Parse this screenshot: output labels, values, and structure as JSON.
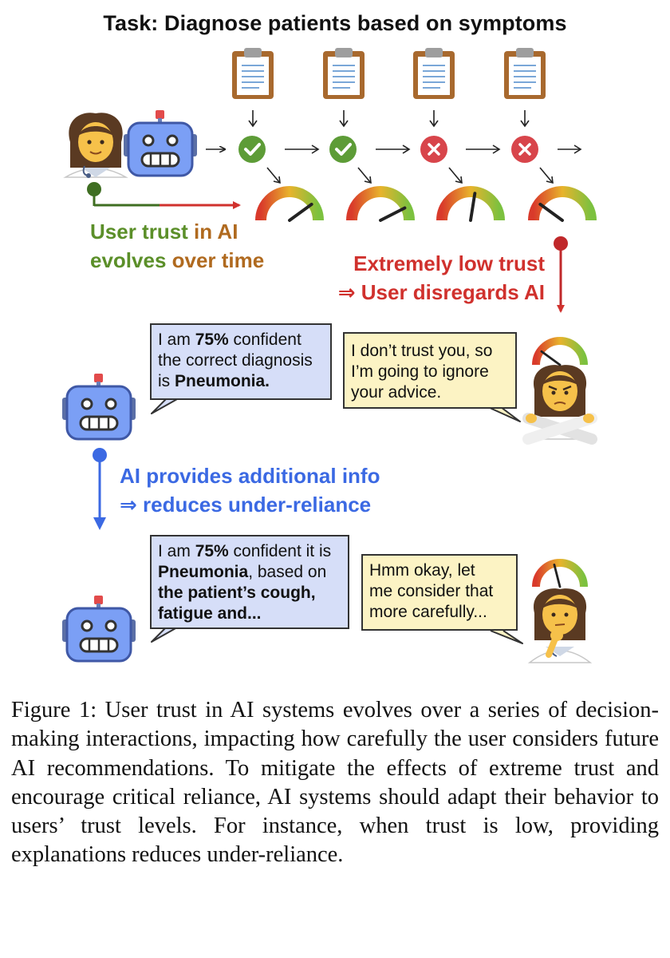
{
  "title": "Task: Diagnose patients based on symptoms",
  "colors": {
    "green": "#5b8f29",
    "red": "#d0312d",
    "blue": "#3b69e3",
    "ai_bubble": "#d6def8",
    "user_bubble": "#fcf3c4",
    "robot_body": "#7b9ff5"
  },
  "timeline": {
    "steps": [
      {
        "outcome": "correct",
        "icon": "check-icon",
        "trust_level": 0.8
      },
      {
        "outcome": "correct",
        "icon": "check-icon",
        "trust_level": 0.85
      },
      {
        "outcome": "incorrect",
        "icon": "cross-icon",
        "trust_level": 0.55
      },
      {
        "outcome": "incorrect",
        "icon": "cross-icon",
        "trust_level": 0.2
      }
    ],
    "continuation": "→ ···"
  },
  "trust_label": {
    "line1_a": "User trust",
    "line1_b": " in AI",
    "line2_a": "evolves",
    "line2_b": " over time"
  },
  "low_trust_label": {
    "line1": "Extremely low trust",
    "line2": "⇒ User disregards AI"
  },
  "bubble1": {
    "t1": "I am ",
    "t2": "75%",
    "t3": " confident",
    "t4": "the correct diagnosis",
    "t5": "is ",
    "t6": "Pneumonia."
  },
  "user_bubble1": {
    "l1": "I don’t trust you, so",
    "l2": "I’m going to ignore",
    "l3": "your advice."
  },
  "additional_info_label": {
    "line1": "AI provides additional info",
    "line2": "⇒ reduces under-reliance"
  },
  "bubble2": {
    "t1": "I am ",
    "t2": "75%",
    "t3": " confident it is",
    "t4": "Pneumonia",
    "t5": ", based on",
    "t6": "the patient’s cough,",
    "t7": "fatigue and..."
  },
  "user_bubble2": {
    "l1": "Hmm okay, let",
    "l2": "me consider that",
    "l3": "more carefully..."
  },
  "caption": "Figure 1: User trust in AI systems evolves over a series of decision-making interactions, impacting how carefully the user considers future AI recommendations. To mitigate the effects of extreme trust and encourage critical reliance, AI systems should adapt their behavior to users’ trust levels. For instance, when trust is low, providing explanations reduces under-reliance."
}
